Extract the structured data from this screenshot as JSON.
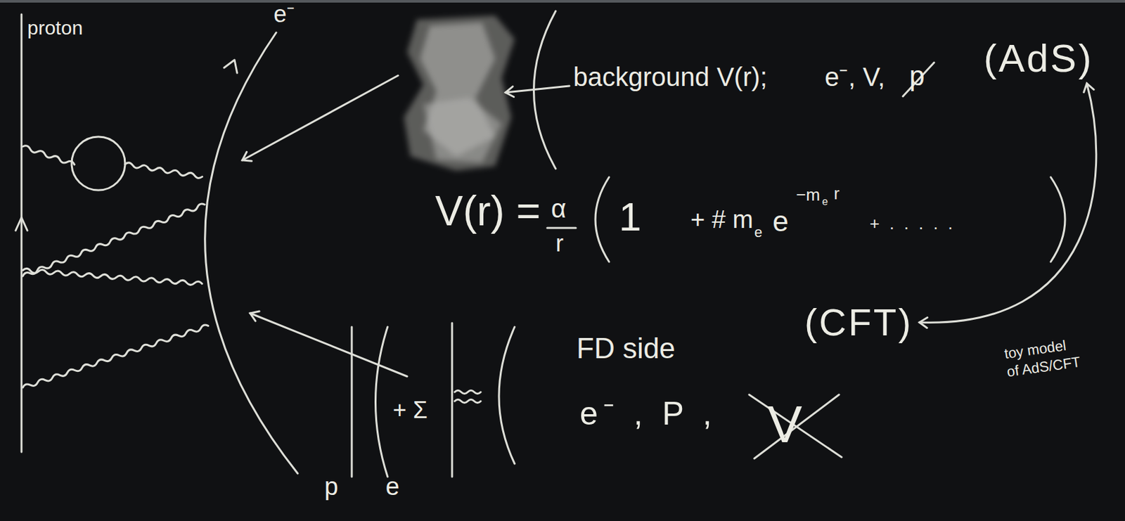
{
  "diagram": {
    "nodes": [
      {
        "text": [
          "(AdS)"
        ]
      },
      {
        "text": [
          "(CFT)"
        ]
      }
    ],
    "edges": [
      {
        "from": 0,
        "to": 1,
        "arrow": "both"
      }
    ],
    "labels": [
      "proton",
      "e⁻",
      "background V(r);",
      "e⁻, V,",
      "p",
      "V(r) =",
      "α",
      "r",
      "1",
      "+ # m",
      "e",
      "e",
      "−m",
      "e",
      "r",
      "+ . . . . .",
      "FD side",
      "e⁻ , P ,",
      "V",
      "+ Σ",
      "p",
      "e",
      "toy model of AdS/CFT"
    ]
  }
}
